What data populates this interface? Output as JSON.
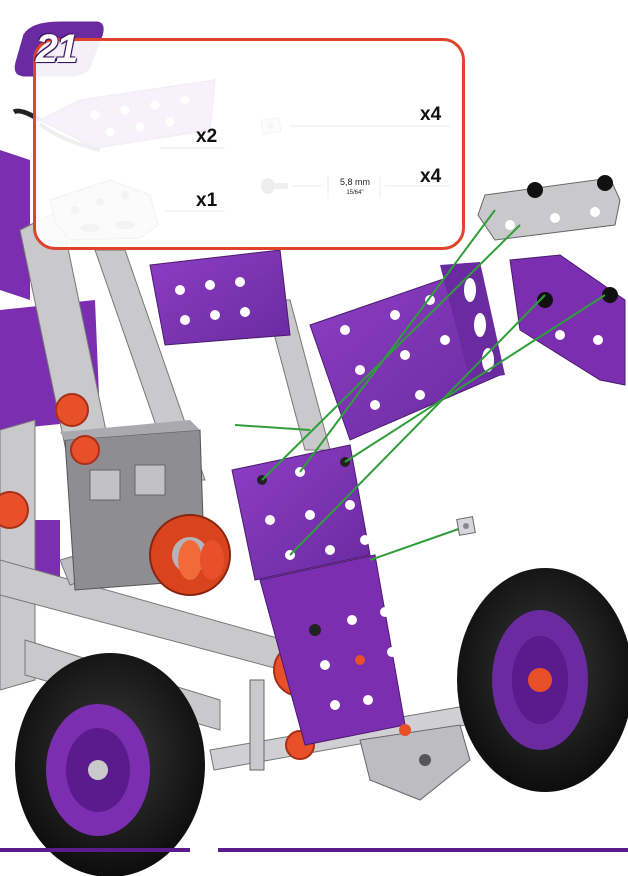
{
  "step": {
    "number": "21"
  },
  "parts": [
    {
      "icon": "curved-flexible-plate-icon",
      "quantity": "x2"
    },
    {
      "icon": "angle-bracket-icon",
      "quantity": "x1"
    },
    {
      "icon": "square-nut-icon",
      "quantity": "x4"
    },
    {
      "icon": "screw-icon",
      "quantity": "x4",
      "size_primary": "5,8 mm",
      "size_secondary": "15/64\""
    }
  ],
  "colors": {
    "accent_purple": "#7b2fb0",
    "badge_purple": "#6a2aa0",
    "frame_orange": "#e0432c",
    "guide_green": "#2f9e3a",
    "tyre_black": "#1a1a1a",
    "metal_grey": "#b8b8bc",
    "gear_orange": "#e8502a"
  }
}
